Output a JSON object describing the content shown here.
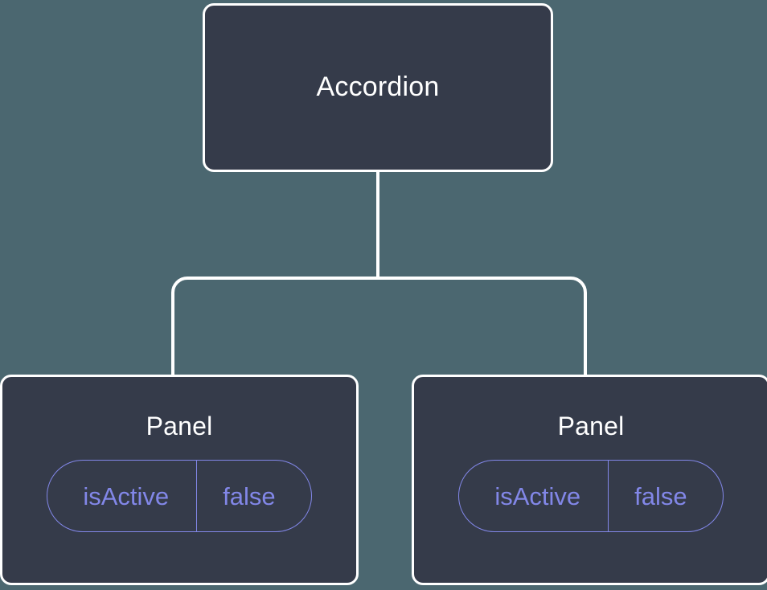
{
  "diagram": {
    "type": "component-tree",
    "background_color": "#4b6770",
    "node_fill_color": "#353b4a",
    "node_border_color": "#ffffff",
    "edge_color": "#ffffff",
    "badge_color": "#8287e8",
    "title_color": "#ffffff",
    "root": {
      "label": "Accordion"
    },
    "children": [
      {
        "label": "Panel",
        "props": [
          {
            "key": "isActive",
            "value": "false"
          }
        ]
      },
      {
        "label": "Panel",
        "props": [
          {
            "key": "isActive",
            "value": "false"
          }
        ]
      }
    ]
  }
}
